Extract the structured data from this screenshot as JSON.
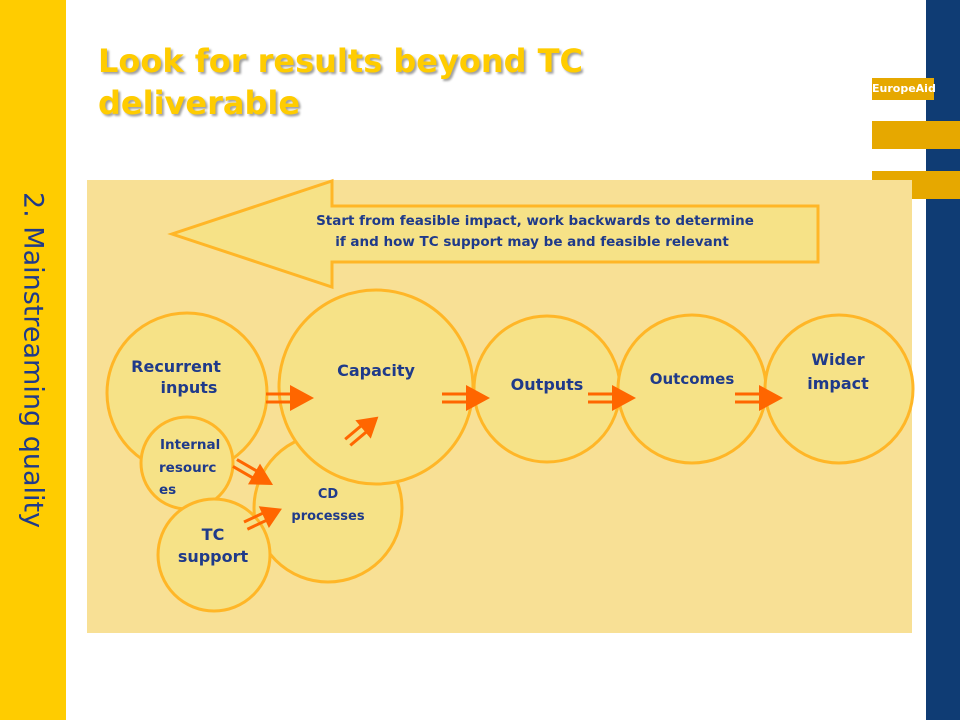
{
  "side_title": "2. Mainstreaming quality",
  "title": {
    "line1": "Look for results beyond TC",
    "line2": "deliverable"
  },
  "brand": "EuropeAid",
  "arrow_note": {
    "line1": "Start from feasible impact, work backwards to determine",
    "line2": "if and how TC support may be and feasible  relevant"
  },
  "nodes": {
    "recurrent_inputs": {
      "line1": "Recurrent",
      "line2": "inputs"
    },
    "internal_resources": {
      "line1": "Internal",
      "line2": "resourc",
      "line3": "es"
    },
    "tc_support": {
      "line1": "TC",
      "line2": "support"
    },
    "cd_processes": {
      "line1": "CD",
      "line2": "processes"
    },
    "capacity": "Capacity",
    "outputs": "Outputs",
    "outcomes": "Outcomes",
    "wider_impact": {
      "line1": "Wider",
      "line2": "impact"
    }
  },
  "colors": {
    "accent_yellow": "#FFCC00",
    "navy": "#0F3C74",
    "gold": "#E6A800",
    "panel": "#F8E095",
    "circle_fill": "#F6E287",
    "circle_stroke": "#FFB627",
    "arrow": "#FF6600",
    "text_blue": "#1F3A8A"
  }
}
